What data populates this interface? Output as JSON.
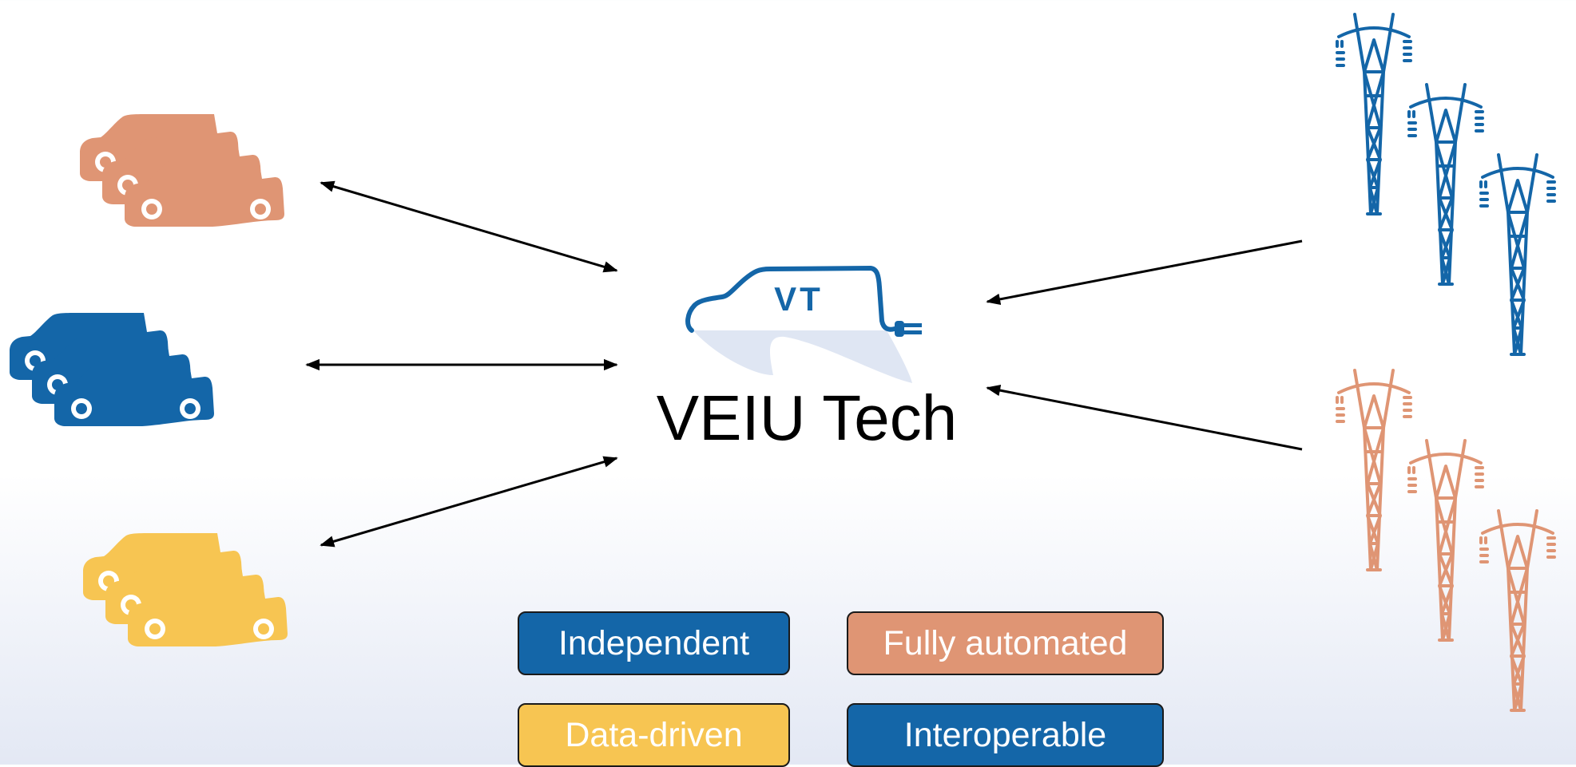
{
  "title": "VEIU Tech",
  "logo_text": "VT",
  "colors": {
    "blue": "#1466a8",
    "orange": "#df9574",
    "yellow": "#f7c552",
    "logo_shadow": "#dfe6f3"
  },
  "fleets": [
    {
      "name": "orange-van-fleet",
      "color": "#df9574"
    },
    {
      "name": "blue-van-fleet",
      "color": "#1466a8"
    },
    {
      "name": "yellow-van-fleet",
      "color": "#f7c552"
    }
  ],
  "grids": [
    {
      "name": "blue-pylon-group",
      "color": "#1466a8"
    },
    {
      "name": "orange-pylon-group",
      "color": "#df9574"
    }
  ],
  "tags": [
    {
      "label": "Independent",
      "color": "#1466a8"
    },
    {
      "label": "Fully automated",
      "color": "#df9574"
    },
    {
      "label": "Data-driven",
      "color": "#f7c552"
    },
    {
      "label": "Interoperable",
      "color": "#1466a8"
    }
  ]
}
